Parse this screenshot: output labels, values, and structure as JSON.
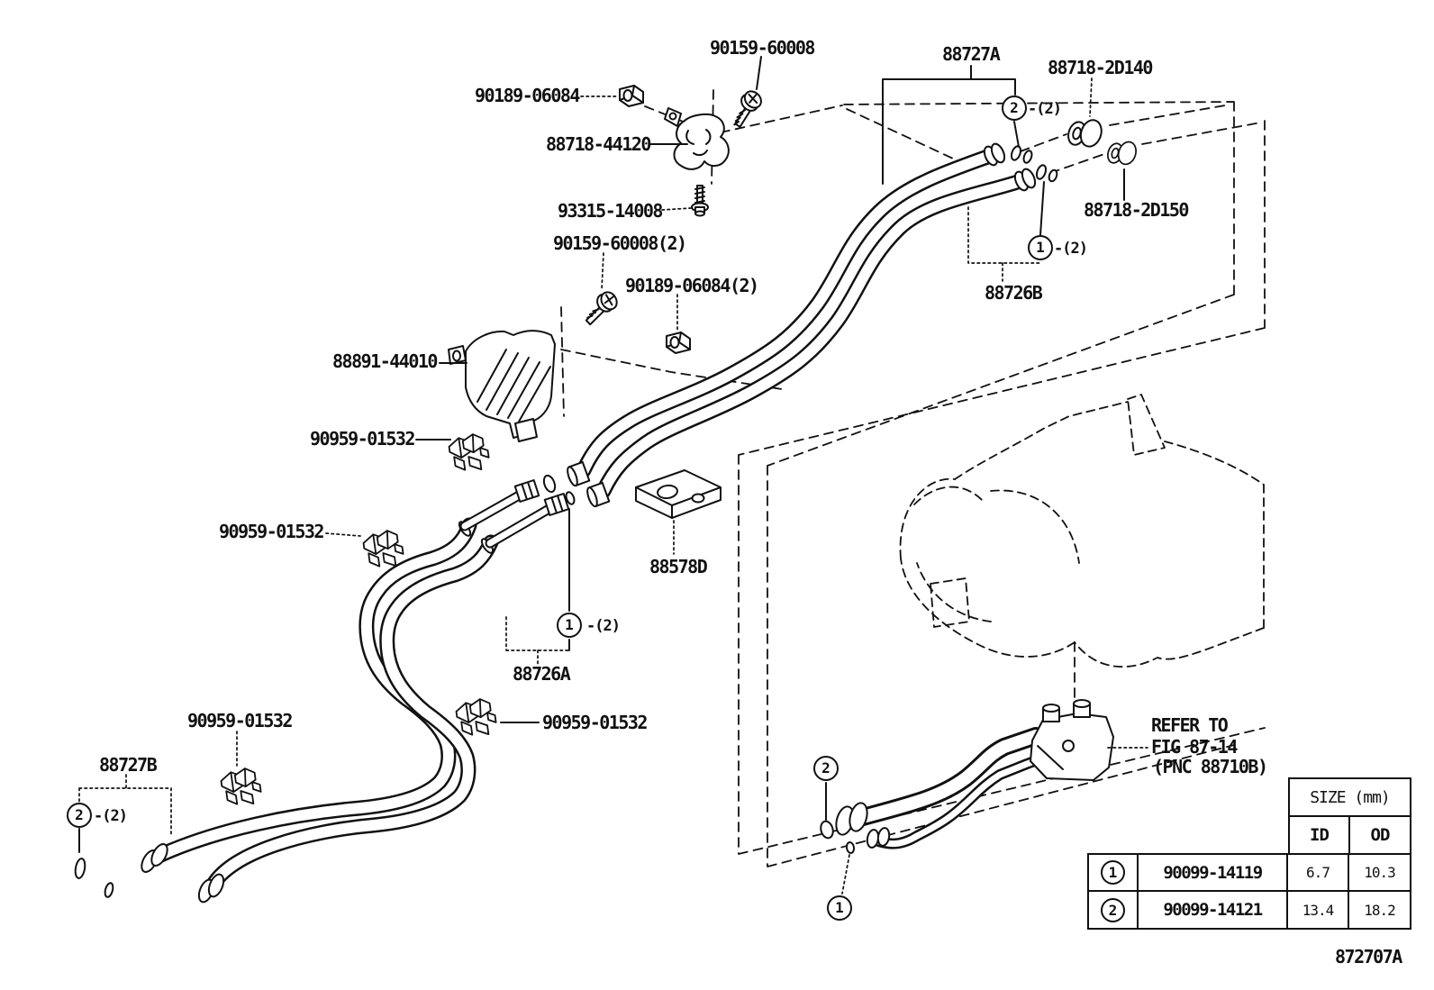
{
  "labels": {
    "screw_top": "90159-60008",
    "clip_top": "90189-06084",
    "hook_bracket": "88718-44120",
    "bolt": "93315-14008",
    "screw_two": "90159-60008(2)",
    "clip_two": "90189-06084(2)",
    "shield": "88891-44010",
    "clamp1": "90959-01532",
    "clamp2": "90959-01532",
    "clamp3": "90959-01532",
    "clamp4": "90959-01532",
    "hose_front": "88727A",
    "hose_rear": "88727B",
    "grommet_inner": "88718-2D140",
    "grommet_outer": "88718-2D150",
    "pipe_front": "88726B",
    "pipe_rear": "88726A",
    "plate": "88578D",
    "figure_code": "872707A"
  },
  "note": {
    "line1": "REFER TO",
    "line2": "FIG 87-14",
    "line3": "(PNC 88710B)"
  },
  "callouts": {
    "one": "1",
    "two": "2",
    "qty_two": "-(2)"
  },
  "table": {
    "size_header": "SIZE (mm)",
    "col_id": "ID",
    "col_od": "OD",
    "rows": [
      {
        "badge": "1",
        "part": "90099-14119",
        "id": "6.7",
        "od": "10.3"
      },
      {
        "badge": "2",
        "part": "90099-14121",
        "id": "13.4",
        "od": "18.2"
      }
    ]
  }
}
